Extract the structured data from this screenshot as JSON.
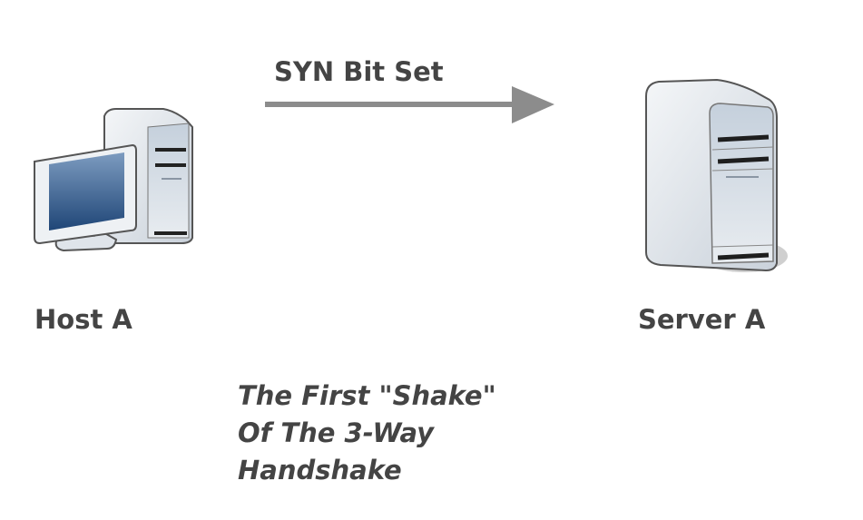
{
  "arrow": {
    "label": "SYN Bit Set",
    "direction": "host-to-server"
  },
  "host": {
    "label": "Host A",
    "icon": "desktop-computer-icon"
  },
  "server": {
    "label": "Server A",
    "icon": "server-tower-icon"
  },
  "caption": {
    "lines": [
      "The First \"Shake\"",
      "Of The 3-Way",
      "Handshake"
    ]
  },
  "colors": {
    "text": "#444444",
    "arrow": "#8c8c8c",
    "screen": "#2f5a8c"
  }
}
